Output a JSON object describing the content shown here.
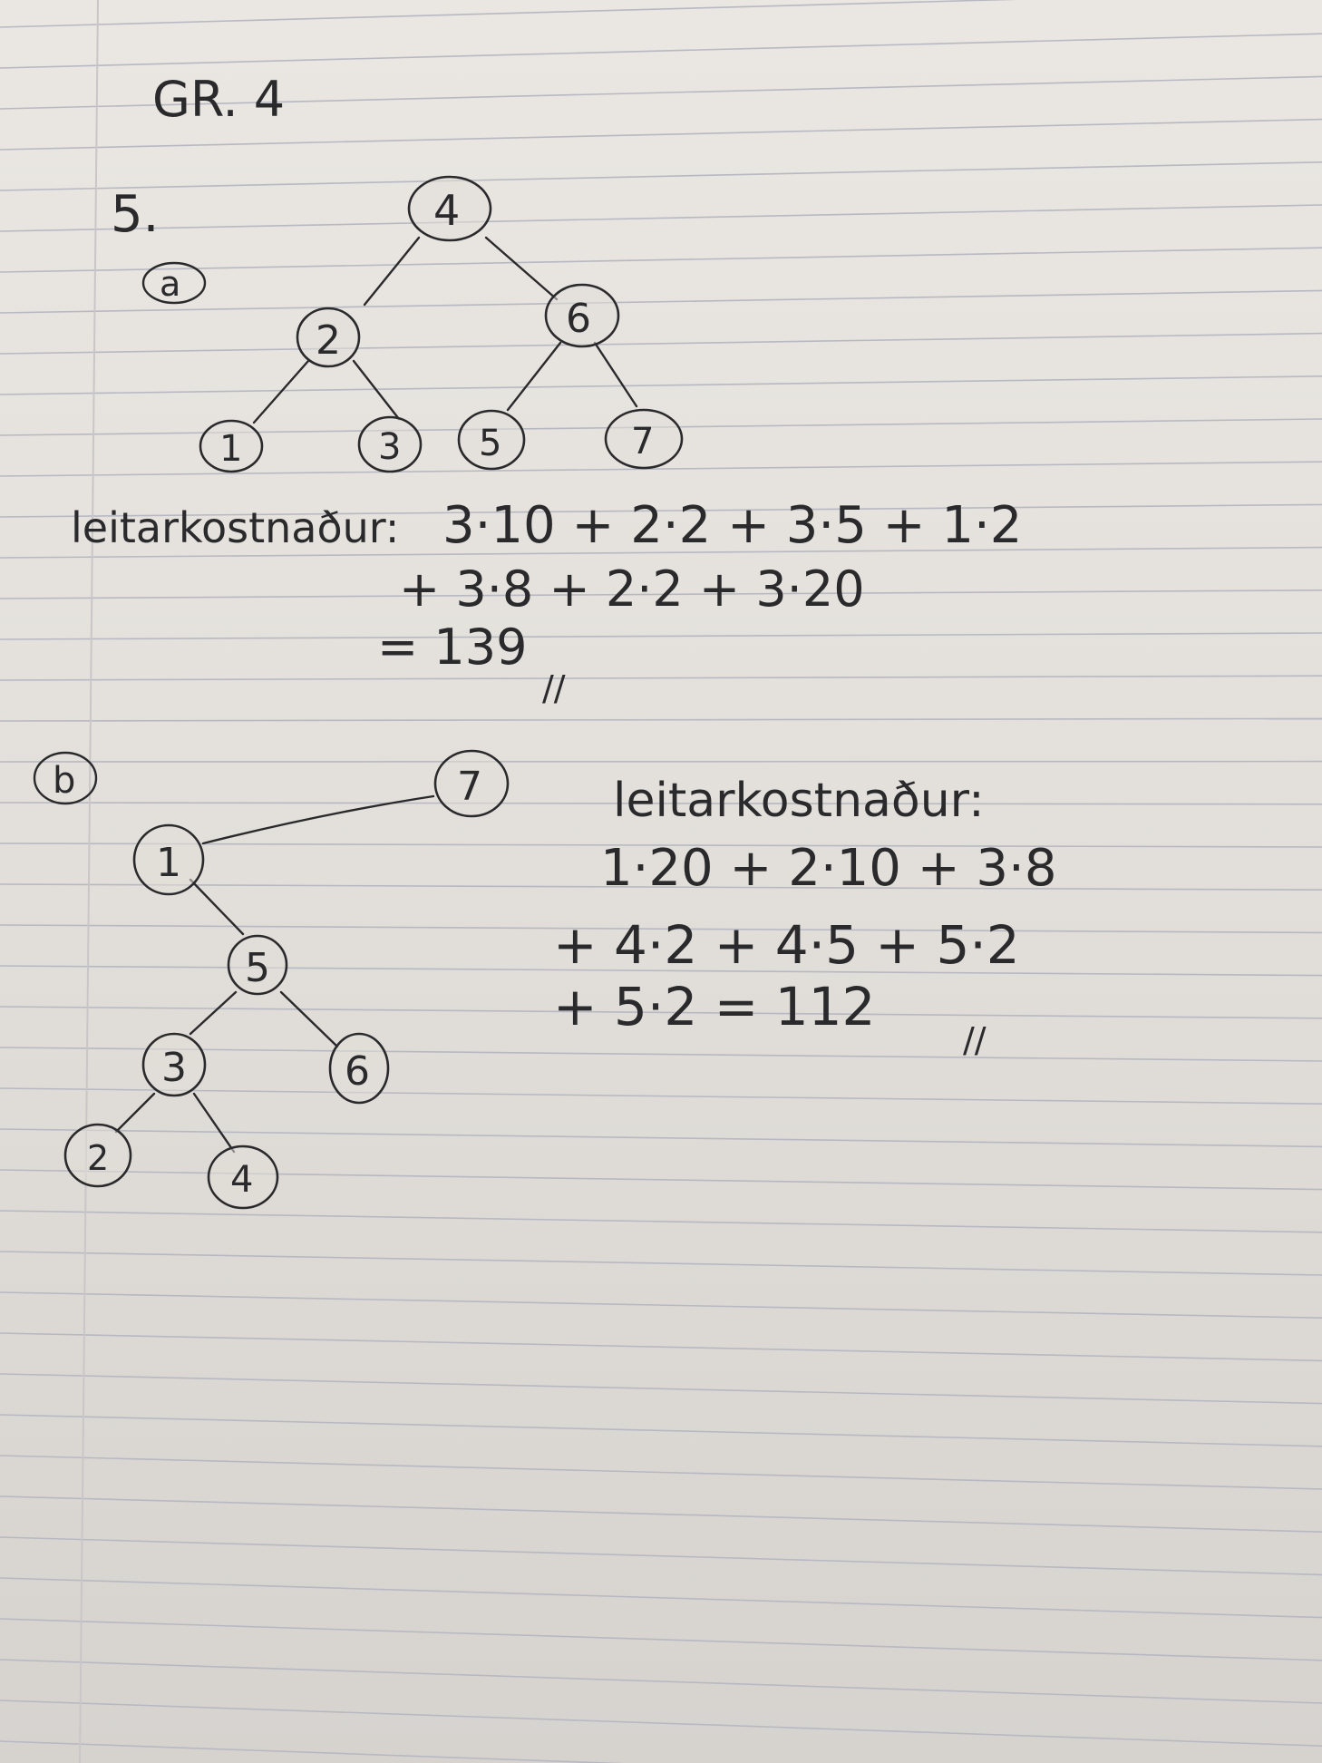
{
  "header": {
    "group_label": "GR. 4"
  },
  "problem": {
    "number": "5.",
    "part_a": {
      "label": "a",
      "tree": {
        "root": "4",
        "level1": [
          "2",
          "6"
        ],
        "leaves": [
          "1",
          "3",
          "5",
          "7"
        ]
      },
      "cost_label": "leitarkostnaður:",
      "cost_line1": "3·10 + 2·2 + 3·5 + 1·2",
      "cost_line2": "+ 3·8 + 2·2 + 3·20",
      "cost_result": "= 139",
      "end_mark": "//"
    },
    "part_b": {
      "label": "b",
      "tree": {
        "root": "7",
        "nodes": [
          "1",
          "5",
          "3",
          "6",
          "2",
          "4"
        ]
      },
      "cost_label": "leitarkostnaður:",
      "cost_line1": "1·20 + 2·10 + 3·8",
      "cost_line2": "+ 4·2 + 4·5 + 5·2",
      "cost_line3": "+ 5·2 = 112",
      "end_mark": "//"
    }
  }
}
